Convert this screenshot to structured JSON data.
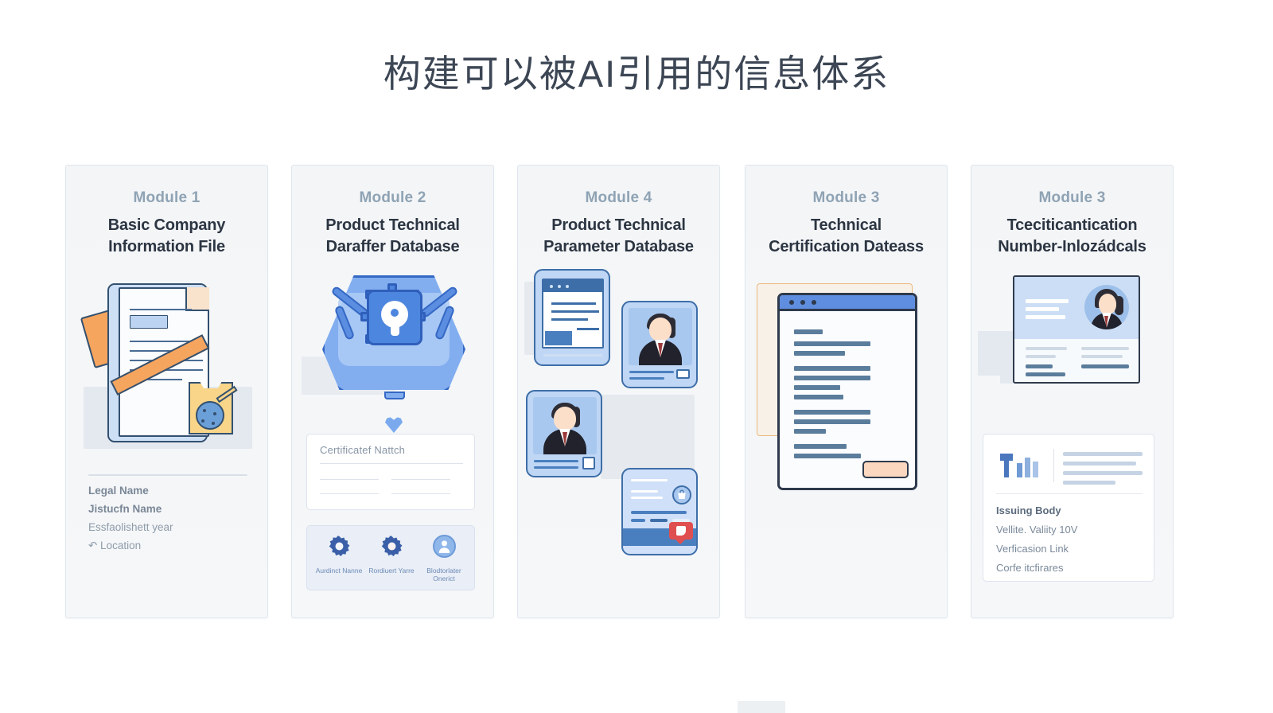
{
  "page": {
    "title": "构建可以被AI引用的信息体系",
    "background": "#ffffff",
    "title_color": "#3c4654"
  },
  "theme": {
    "card_bg": "#f4f6f8",
    "card_border": "#dfe6ed",
    "module_label_color": "#8fa3b4",
    "card_title_color": "#2c3542",
    "accent_blue": "#4d86de",
    "accent_dark_blue": "#3468c4",
    "accent_orange": "#f6a55f",
    "accent_peach": "#fbd7c0",
    "ink": "#2e3a4c",
    "muted_text": "#8e9caa",
    "notification_red": "#e04f4f"
  },
  "cards": [
    {
      "module": "Module 1",
      "title": "Basic Company Information File",
      "title_lines": [
        "Basic Company",
        "Information File"
      ],
      "illustration": "clipboard-document-badge-icon",
      "list": [
        {
          "text": "Legal Name",
          "strong": true
        },
        {
          "text": "Jistucfn Name",
          "strong": true
        },
        {
          "text": "Essfaolishett year",
          "strong": false
        },
        {
          "text": "↶  Location",
          "strong": false
        }
      ]
    },
    {
      "module": "Module 2",
      "title": "Product Technical Daraffer Database",
      "title_lines": [
        "Product Technical",
        "Daraffer Database"
      ],
      "illustration": "gear-lock-shield-icon",
      "panel_title": "Certificatef Nattch",
      "icons": [
        {
          "glyph": "gear-icon",
          "label": "Aurdinct Nanne"
        },
        {
          "glyph": "gear-icon",
          "label": "Rordiuert Yarre"
        },
        {
          "glyph": "person-badge-icon",
          "label": "Blodtorlater Onerict"
        }
      ]
    },
    {
      "module": "Module 4",
      "title": "Product Technical Parameter Database",
      "title_lines": [
        "Product Technical",
        "Parameter Database"
      ],
      "illustration": "browser-window-and-profile-cards-icon"
    },
    {
      "module": "Module 3",
      "title": "Technical Certification Dateass",
      "title_lines": [
        "Technical",
        "Certification Dateass"
      ],
      "illustration": "document-window-with-button-icon"
    },
    {
      "module": "Module 3",
      "title": "Tceciticantication Number-Inlozádcals",
      "title_lines": [
        "Tceciticantication",
        "Number-Inlozádcals"
      ],
      "illustration": "id-card-with-avatar-icon",
      "panel_items": [
        {
          "text": "Issuing Body",
          "strong": true
        },
        {
          "text": "Vellite. Valiity 10V",
          "strong": false
        },
        {
          "text": "Verficasion Link",
          "strong": false
        },
        {
          "text": "Corfe itcfirares",
          "strong": false
        }
      ]
    }
  ]
}
